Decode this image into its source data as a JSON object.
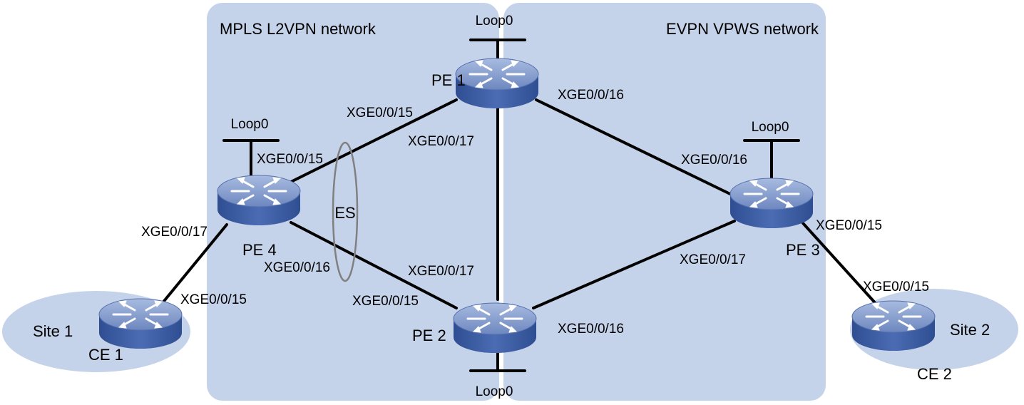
{
  "regions": {
    "left_title": "MPLS L2VPN network",
    "right_title": "EVPN VPWS network"
  },
  "sites": {
    "site1": "Site 1",
    "site2": "Site 2"
  },
  "devices": {
    "pe1": "PE 1",
    "pe2": "PE 2",
    "pe3": "PE 3",
    "pe4": "PE 4",
    "ce1": "CE 1",
    "ce2": "CE 2"
  },
  "loopbacks": {
    "pe1": "Loop0",
    "pe2": "Loop0",
    "pe3": "Loop0",
    "pe4": "Loop0"
  },
  "es_label": "ES",
  "interfaces": {
    "pe1_to_pe4": "XGE0/0/15",
    "pe1_to_pe2": "XGE0/0/17",
    "pe1_to_pe3": "XGE0/0/16",
    "pe4_to_pe1": "XGE0/0/15",
    "pe4_to_pe2": "XGE0/0/16",
    "pe4_to_ce1": "XGE0/0/17",
    "ce1_to_pe4": "XGE0/0/15",
    "pe2_to_pe4": "XGE0/0/15",
    "pe2_to_pe1": "XGE0/0/17",
    "pe2_to_pe3": "XGE0/0/16",
    "pe3_to_pe1": "XGE0/0/16",
    "pe3_to_pe2": "XGE0/0/17",
    "pe3_to_ce2": "XGE0/0/15",
    "ce2_to_pe3": "XGE0/0/15"
  },
  "colors": {
    "region_fill": "#c5d3ea",
    "site_fill": "#c5d3ea",
    "router_top": "#7d95c6",
    "router_side": "#3f5da3",
    "link": "#000000",
    "es_ellipse": "#808080"
  }
}
